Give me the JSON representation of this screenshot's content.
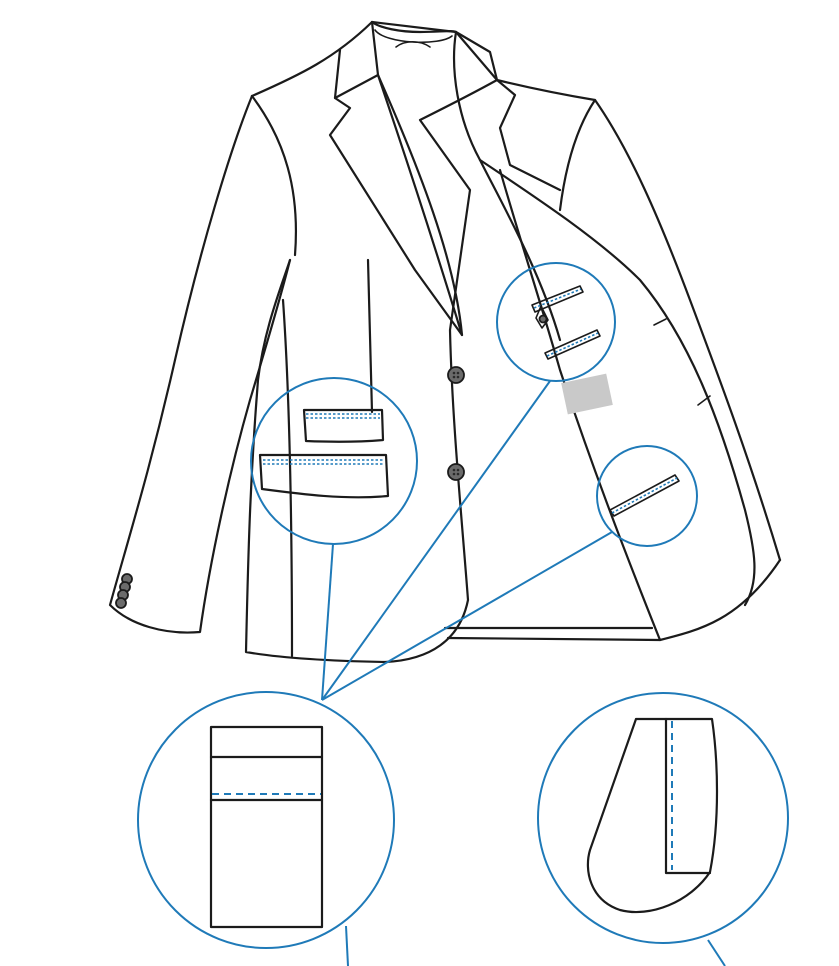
{
  "diagram": {
    "subject": "blazer-technical-flat",
    "colors": {
      "outline": "#1b1b1b",
      "callout": "#1f7ab8",
      "button": "#6b6b6b",
      "label_patch": "#c9c9c9",
      "background": "#ffffff"
    },
    "callouts": [
      {
        "id": "outer-pocket-detail"
      },
      {
        "id": "inner-chest-pocket-detail"
      },
      {
        "id": "inner-lower-pocket-detail"
      },
      {
        "id": "pocket-construction-zoom"
      },
      {
        "id": "pocket-edge-zoom"
      }
    ]
  }
}
